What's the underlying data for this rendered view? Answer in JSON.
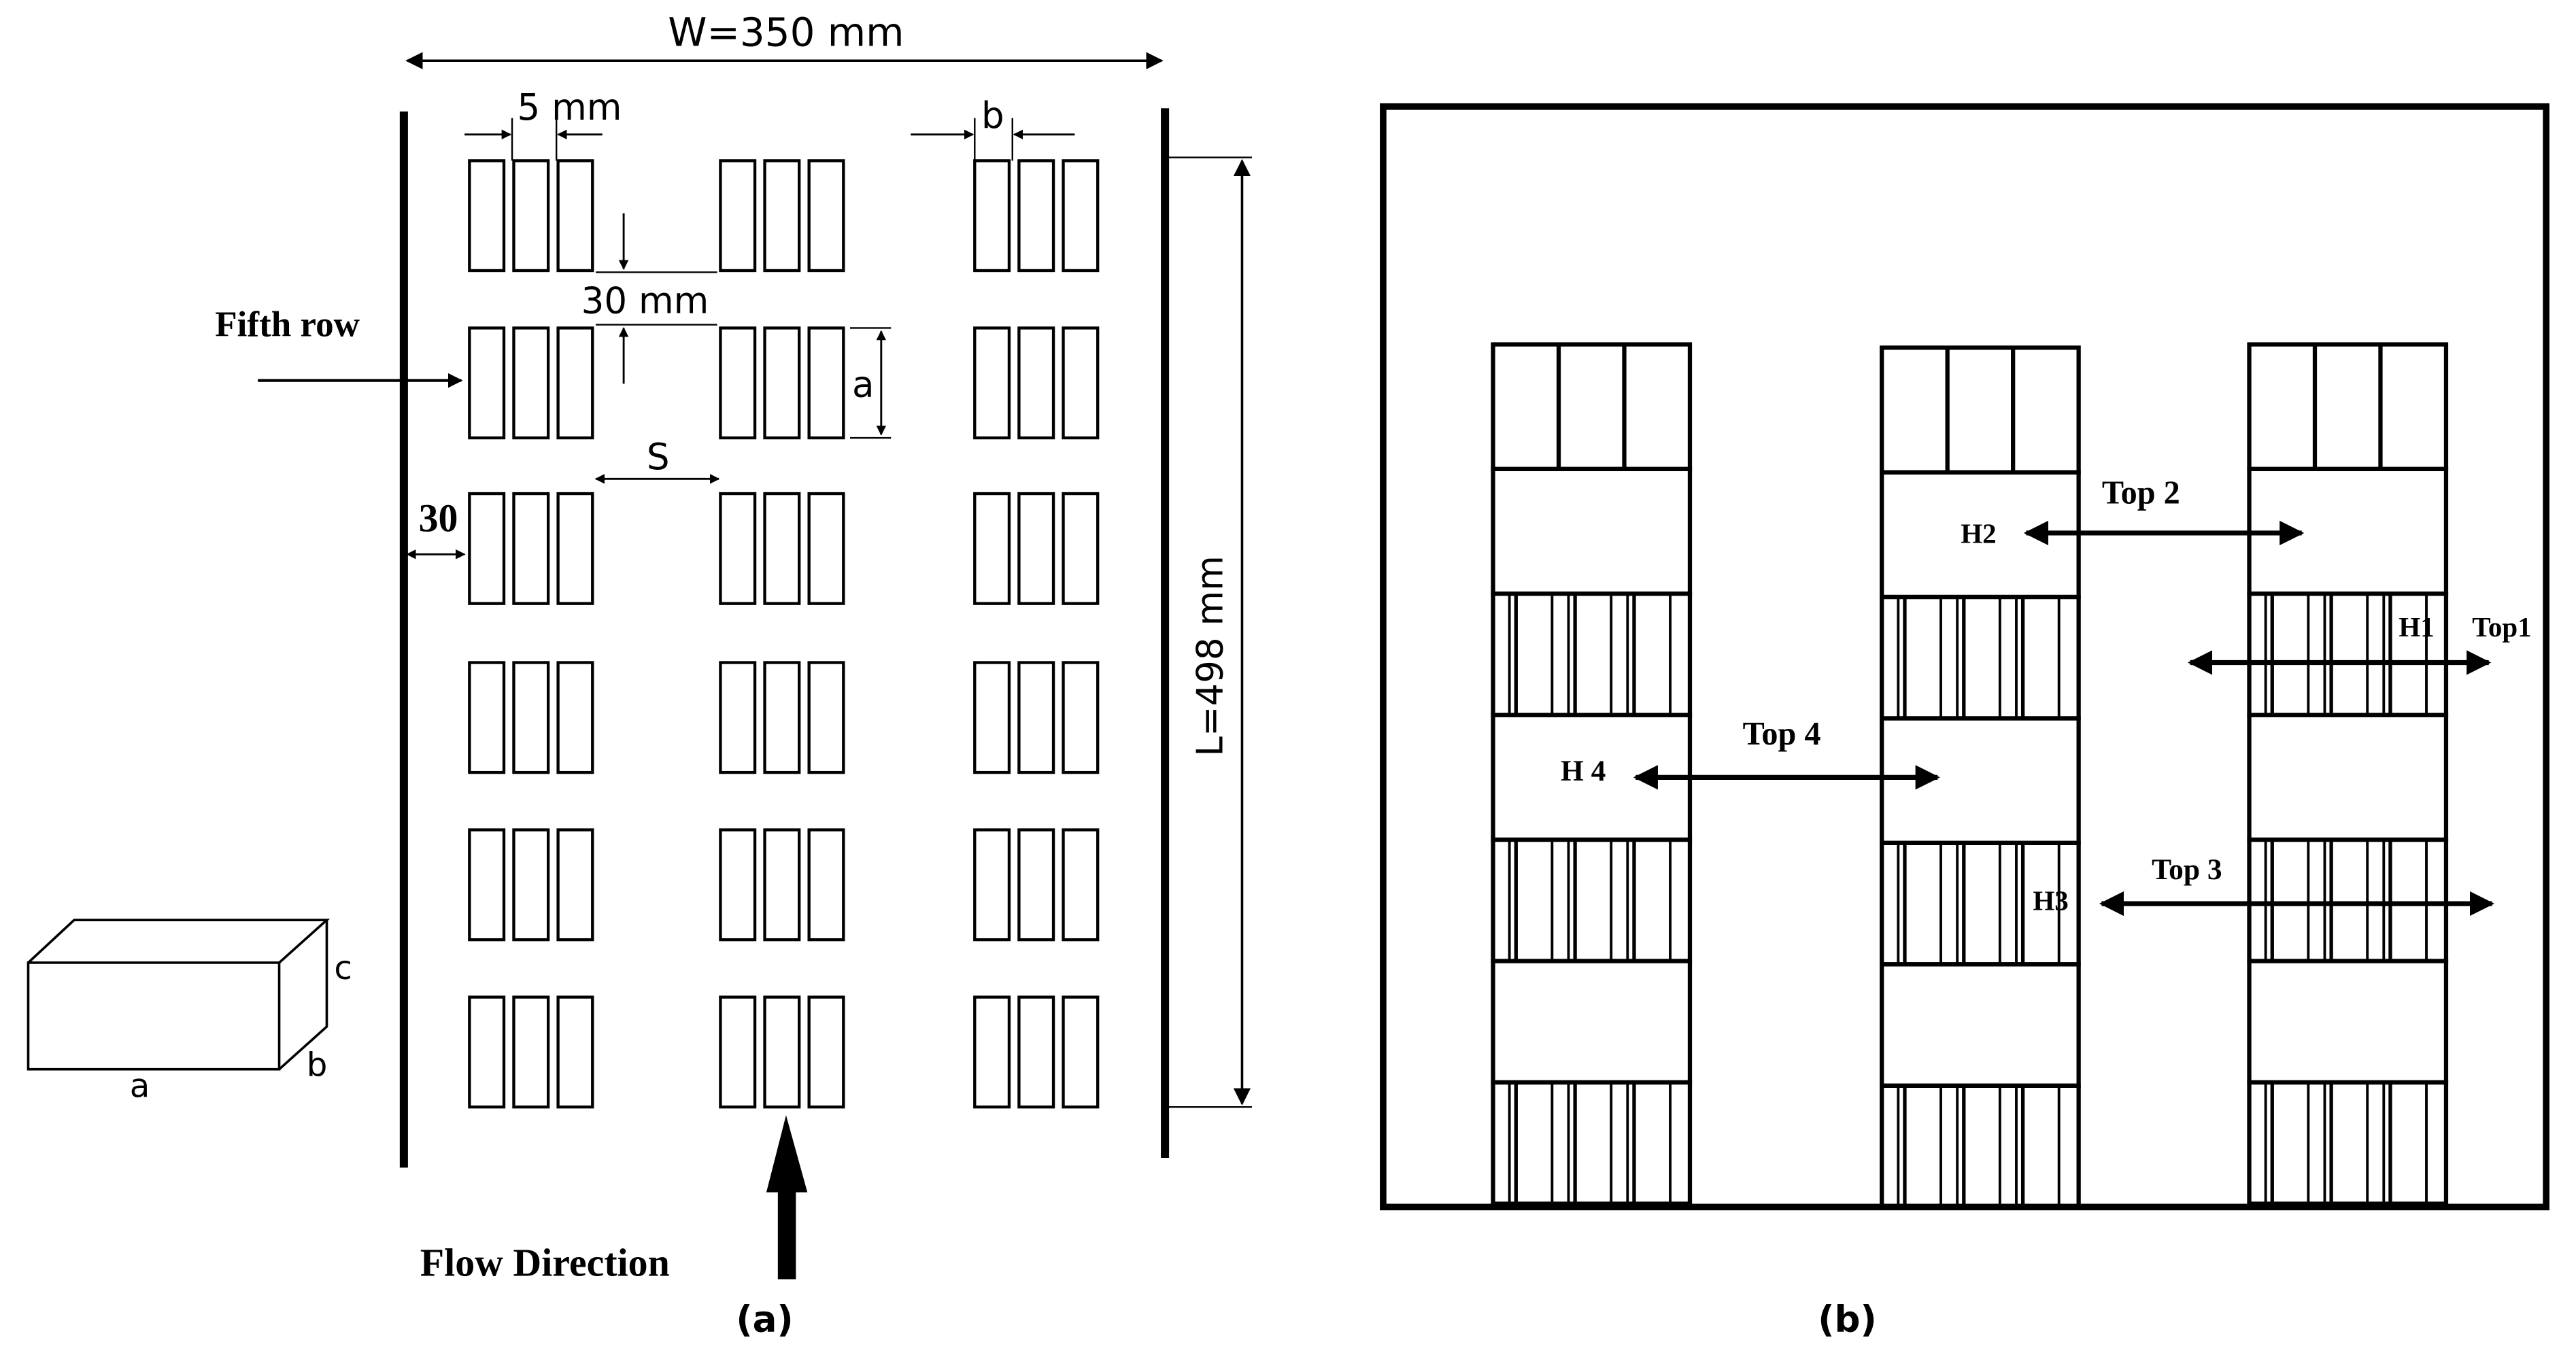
{
  "panel_a": {
    "width_label": "W=350 mm",
    "length_label": "L=498 mm",
    "block_width_label": "5 mm",
    "gap_b_label": "b",
    "row_gap_label": "30 mm",
    "height_a_label": "a",
    "spacing_label": "S",
    "wall_gap_label": "30",
    "fifth_row_label": "Fifth row",
    "flow_label": "Flow Direction",
    "caption": "(a)",
    "cuboid": {
      "length_label": "a",
      "depth_label": "b",
      "height_label": "c"
    }
  },
  "panel_b": {
    "caption": "(b)",
    "probes": [
      {
        "name": "Top 2",
        "tag": "H2"
      },
      {
        "name": "Top1",
        "tag": "H1"
      },
      {
        "name": "Top 4",
        "tag": "H 4"
      },
      {
        "name": "Top 3",
        "tag": "H3"
      }
    ]
  },
  "colors": {
    "line": "#000000",
    "background": "#ffffff"
  }
}
